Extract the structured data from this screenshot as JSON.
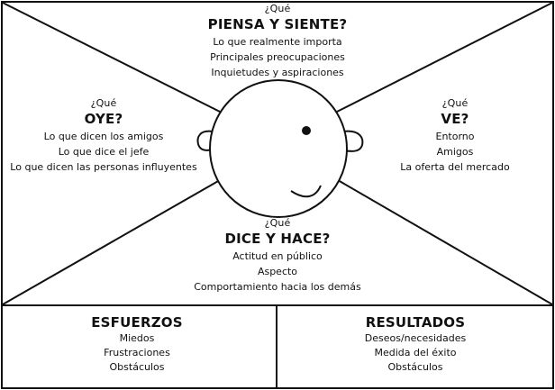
{
  "colors": {
    "stroke": "#111111",
    "background": "#ffffff"
  },
  "top": {
    "question": "¿Qué",
    "title": "PIENSA Y SIENTE?",
    "items": [
      "Lo que realmente importa",
      "Principales preocupaciones",
      "Inquietudes y aspiraciones"
    ]
  },
  "left": {
    "question": "¿Qué",
    "title": "OYE?",
    "items": [
      "Lo que dicen los amigos",
      "Lo que dice el jefe",
      "Lo que dicen las personas influyentes"
    ]
  },
  "right": {
    "question": "¿Qué",
    "title": "VE?",
    "items": [
      "Entorno",
      "Amigos",
      "La oferta del mercado"
    ]
  },
  "bottom": {
    "question": "¿Qué",
    "title": "DICE Y HACE?",
    "items": [
      "Actitud en público",
      "Aspecto",
      "Comportamiento hacia los demás"
    ]
  },
  "efforts": {
    "title": "ESFUERZOS",
    "items": [
      "Miedos",
      "Frustraciones",
      "Obstáculos"
    ]
  },
  "results": {
    "title": "RESULTADOS",
    "items": [
      "Deseos/necesidades",
      "Medida del éxito",
      "Obstáculos"
    ]
  }
}
